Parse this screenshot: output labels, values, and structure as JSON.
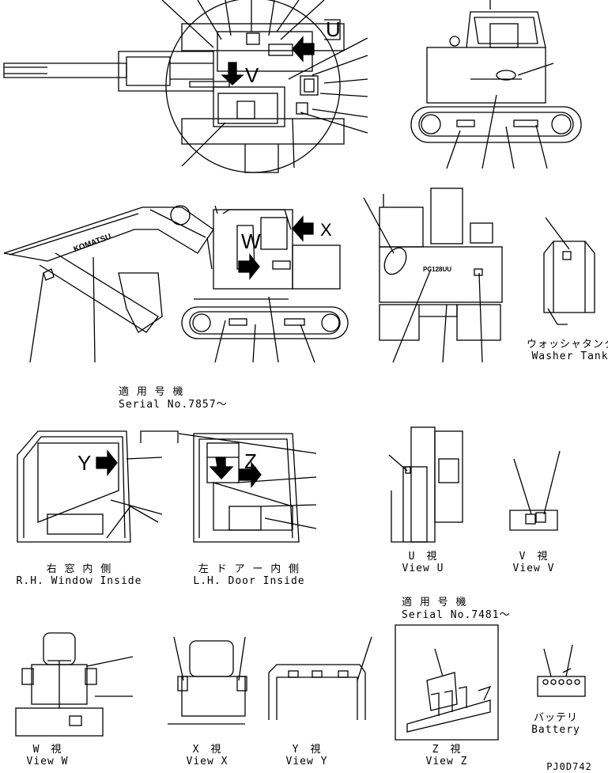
{
  "views": {
    "washer_tank": {
      "jp": "ウォッシャタンク",
      "en": "Washer Tank"
    },
    "rh_window": {
      "jp": "右 窓 内 側",
      "en": "R.H. Window Inside"
    },
    "lh_door": {
      "jp": "左 ド ア ー 内 側",
      "en": "L.H. Door Inside"
    },
    "view_u": {
      "jp": "U　視",
      "en": "View U"
    },
    "view_v": {
      "jp": "V　視",
      "en": "View V"
    },
    "view_w": {
      "jp": "W　視",
      "en": "View W"
    },
    "view_x": {
      "jp": "X　視",
      "en": "View X"
    },
    "view_y": {
      "jp": "Y　視",
      "en": "View Y"
    },
    "view_z": {
      "jp": "Z　視",
      "en": "View Z"
    },
    "battery": {
      "jp": "バッテリ",
      "en": "Battery"
    }
  },
  "serials": {
    "s1": {
      "jp": "適 用 号 機",
      "en": "Serial No.7857～"
    },
    "s2": {
      "jp": "適 用 号 機",
      "en": "Serial No.7481～"
    }
  },
  "view_letters": {
    "u": "U",
    "v": "V",
    "w": "W",
    "x": "X",
    "y": "Y",
    "z": "Z"
  },
  "brand": "KOMATSU",
  "model": "PC128UU",
  "drawing_code": "PJ0D742"
}
